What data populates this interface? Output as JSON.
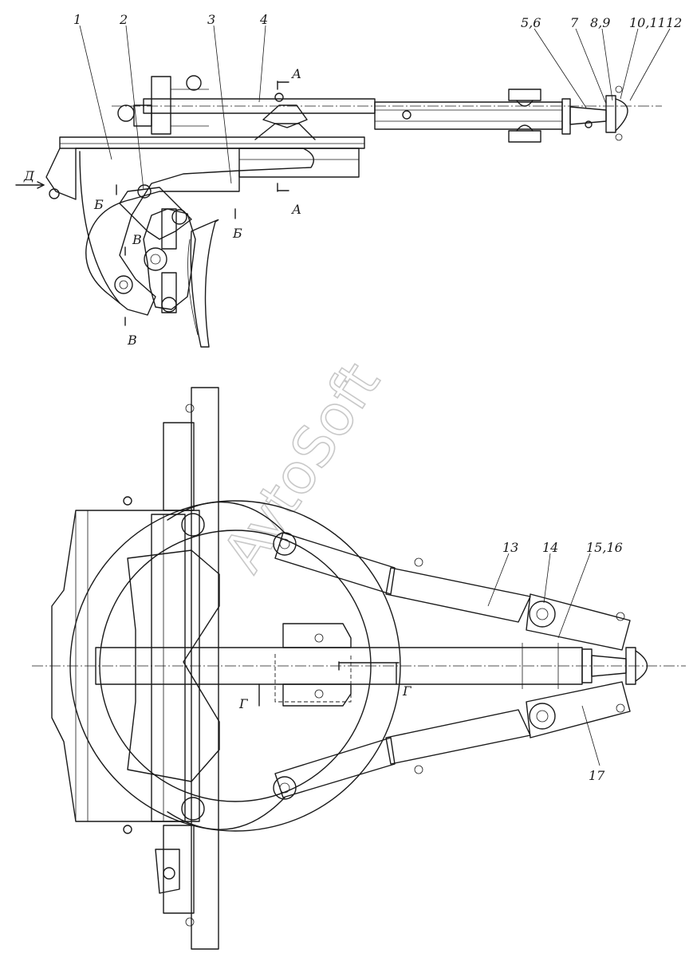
{
  "callouts": [
    "1",
    "2",
    "3",
    "4",
    "5,6",
    "7",
    "8,9",
    "10,11",
    "12",
    "13",
    "14",
    "15,16",
    "17"
  ],
  "section_marks": {
    "a": "А",
    "b": "Б",
    "v": "В",
    "g": "Г",
    "d": "Д"
  },
  "watermark": "AvtoSoft"
}
